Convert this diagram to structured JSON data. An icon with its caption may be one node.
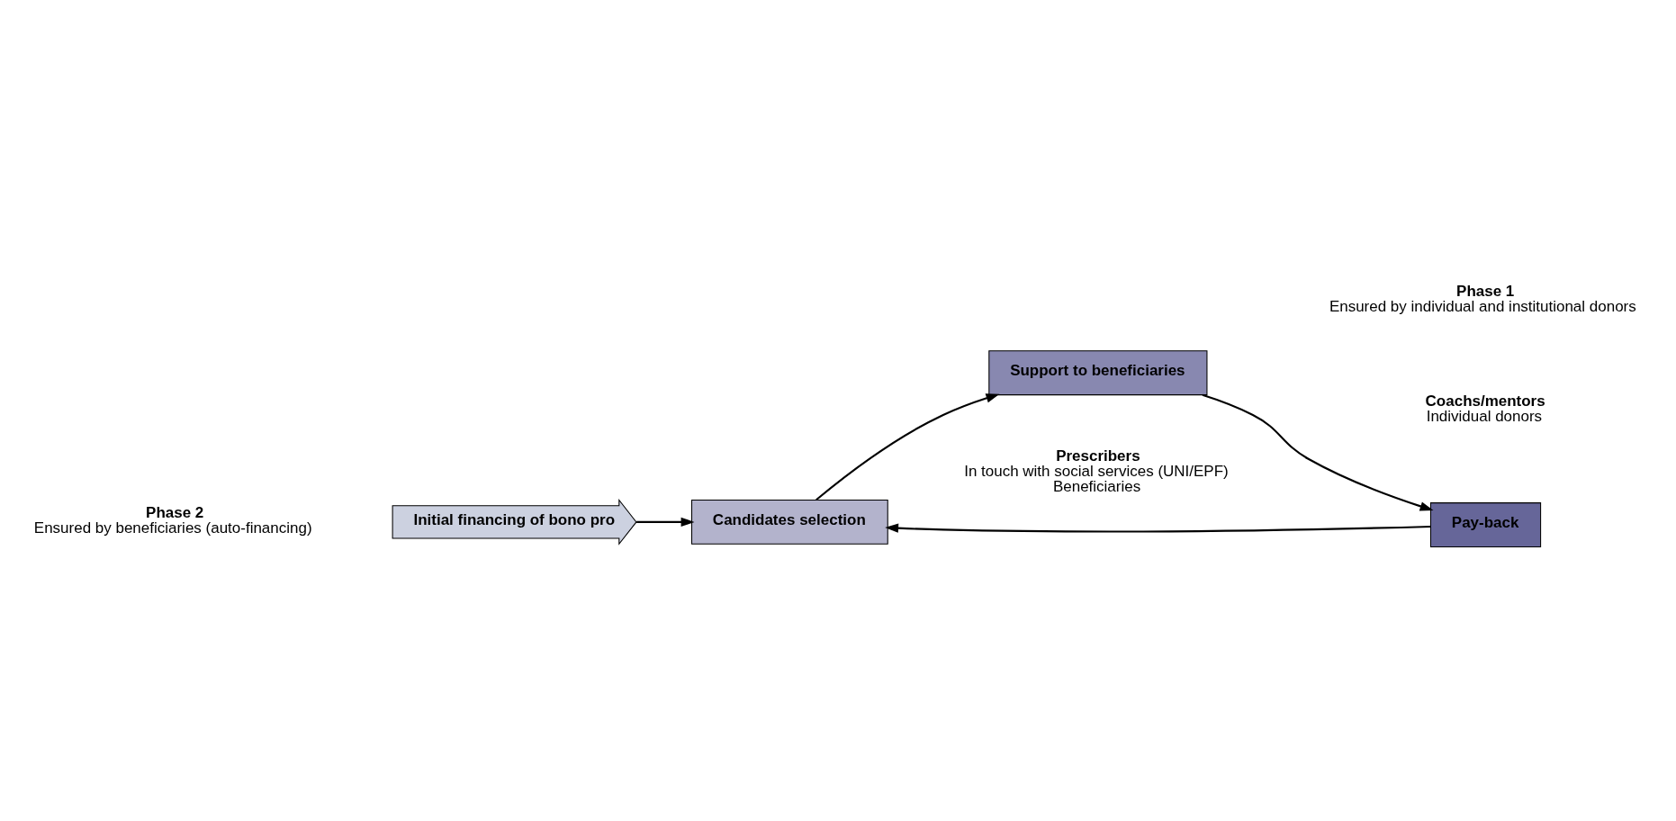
{
  "diagram": {
    "nodes": [
      {
        "text": [
          "Initial financing of bono pro"
        ]
      },
      {
        "text": [
          "Candidates selection"
        ]
      },
      {
        "text": [
          "Support to beneficiaries"
        ]
      },
      {
        "text": [
          "Pay-back"
        ]
      }
    ],
    "edges": [
      {
        "from": 0,
        "to": 1,
        "arrow": "to"
      },
      {
        "from": 1,
        "to": 2,
        "arrow": "to"
      },
      {
        "from": 2,
        "to": 3,
        "arrow": "to"
      },
      {
        "from": 3,
        "to": 1,
        "arrow": "to"
      }
    ],
    "labels": [
      "Phase 1",
      "Ensured by individual and institutional donors",
      "Phase 2",
      "Ensured by beneficiaries (auto-financing)",
      "Prescribers",
      "In touch with social services (UNI/EPF)",
      "Beneficiaries",
      "Coachs/mentors",
      "Individual donors"
    ]
  }
}
